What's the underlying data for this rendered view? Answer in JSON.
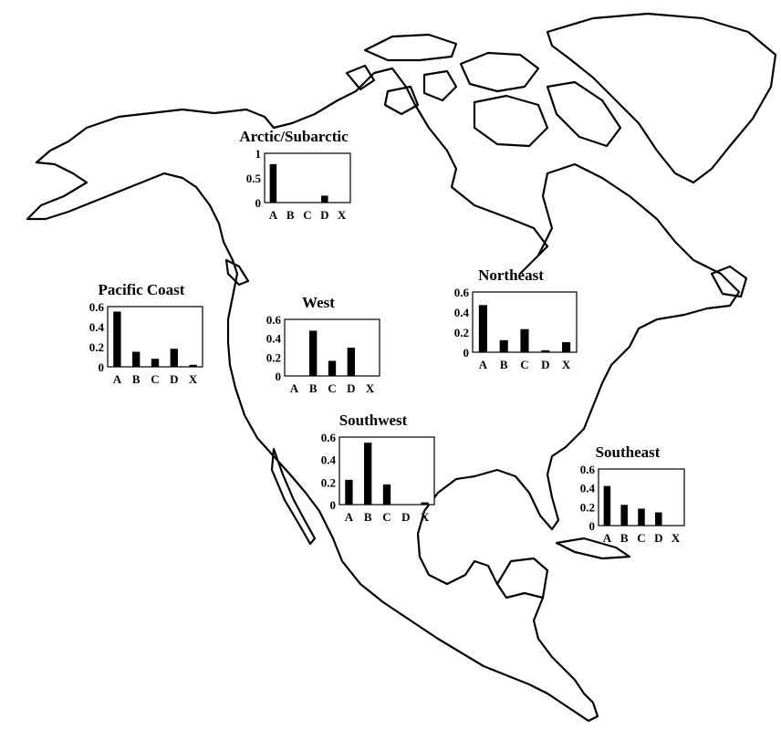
{
  "chart_data": [
    {
      "type": "bar",
      "title": "Arctic/Subarctic",
      "categories": [
        "A",
        "B",
        "C",
        "D",
        "X"
      ],
      "values": [
        0.78,
        0,
        0,
        0.14,
        0
      ],
      "ylim": [
        0,
        1
      ],
      "yticks": [
        "1",
        "0.5",
        "0"
      ],
      "ytick_values": [
        1,
        0.5,
        0
      ]
    },
    {
      "type": "bar",
      "title": "Pacific Coast",
      "categories": [
        "A",
        "B",
        "C",
        "D",
        "X"
      ],
      "values": [
        0.55,
        0.15,
        0.08,
        0.18,
        0.02
      ],
      "ylim": [
        0,
        0.6
      ],
      "yticks": [
        "0.6",
        "0.4",
        "0.2",
        "0"
      ],
      "ytick_values": [
        0.6,
        0.4,
        0.2,
        0
      ]
    },
    {
      "type": "bar",
      "title": "West",
      "categories": [
        "A",
        "B",
        "C",
        "D",
        "X"
      ],
      "values": [
        0,
        0.48,
        0.16,
        0.3,
        0
      ],
      "ylim": [
        0,
        0.6
      ],
      "yticks": [
        "0.6",
        "0.4",
        "0.2",
        "0"
      ],
      "ytick_values": [
        0.6,
        0.4,
        0.2,
        0
      ]
    },
    {
      "type": "bar",
      "title": "Northeast",
      "categories": [
        "A",
        "B",
        "C",
        "D",
        "X"
      ],
      "values": [
        0.47,
        0.12,
        0.23,
        0.02,
        0.1
      ],
      "ylim": [
        0,
        0.6
      ],
      "yticks": [
        "0.6",
        "0.4",
        "0.2",
        "0"
      ],
      "ytick_values": [
        0.6,
        0.4,
        0.2,
        0
      ]
    },
    {
      "type": "bar",
      "title": "Southwest",
      "categories": [
        "A",
        "B",
        "C",
        "D",
        "X"
      ],
      "values": [
        0.22,
        0.55,
        0.18,
        0,
        0.02
      ],
      "ylim": [
        0,
        0.6
      ],
      "yticks": [
        "0.6",
        "0.4",
        "0.2",
        "0"
      ],
      "ytick_values": [
        0.6,
        0.4,
        0.2,
        0
      ]
    },
    {
      "type": "bar",
      "title": "Southeast",
      "categories": [
        "A",
        "B",
        "C",
        "D",
        "X"
      ],
      "values": [
        0.42,
        0.22,
        0.18,
        0.14,
        0
      ],
      "ylim": [
        0,
        0.6
      ],
      "yticks": [
        "0.6",
        "0.4",
        "0.2",
        "0"
      ],
      "ytick_values": [
        0.6,
        0.4,
        0.2,
        0
      ]
    }
  ]
}
